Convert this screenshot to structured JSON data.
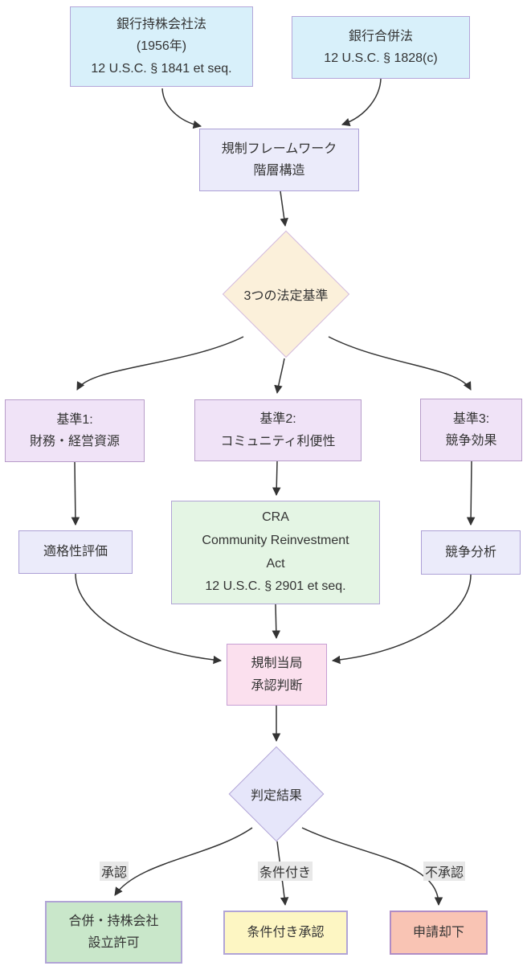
{
  "colors": {
    "blue_fill": "#d8f0fa",
    "lavender_fill": "#ebebfa",
    "purple_fill": "#f0e3f7",
    "cream_fill": "#fbf0da",
    "green_light_fill": "#e4f5e4",
    "pink_fill": "#fbe0ee",
    "green_fill": "#c9e7ca",
    "yellow_fill": "#fdf6c3",
    "salmon_fill": "#f9c4b4",
    "node_border_purple": "#b1a4d6",
    "arrow_color": "#333333",
    "text_color": "#333333",
    "edge_label_bg": "#e8e8e8"
  },
  "nodes": {
    "bhca": {
      "lines": [
        "銀行持株会社法",
        "(1956年)",
        "12 U.S.C. § 1841 et seq."
      ]
    },
    "bma": {
      "lines": [
        "銀行合併法",
        "12 U.S.C. § 1828(c)"
      ]
    },
    "framework": {
      "lines": [
        "規制フレームワーク",
        "階層構造"
      ]
    },
    "criteria_decision": {
      "label": "3つの法定基準"
    },
    "criterion1": {
      "lines": [
        "基準1:",
        "財務・経営資源"
      ]
    },
    "criterion2": {
      "lines": [
        "基準2:",
        "コミュニティ利便性"
      ]
    },
    "criterion3": {
      "lines": [
        "基準3:",
        "競争効果"
      ]
    },
    "eligibility": {
      "label": "適格性評価"
    },
    "cra": {
      "lines": [
        "CRA",
        "Community Reinvestment",
        "Act",
        "12 U.S.C. § 2901 et seq."
      ]
    },
    "competition": {
      "label": "競争分析"
    },
    "regulator": {
      "lines": [
        "規制当局",
        "承認判断"
      ]
    },
    "result_decision": {
      "label": "判定結果"
    },
    "approved": {
      "lines": [
        "合併・持株会社",
        "設立許可"
      ]
    },
    "conditional": {
      "label": "条件付き承認"
    },
    "denied": {
      "label": "申請却下"
    }
  },
  "edge_labels": {
    "approve": "承認",
    "conditional": "条件付き",
    "deny": "不承認"
  },
  "edges": [
    {
      "from": "bhca",
      "to": "framework",
      "label": ""
    },
    {
      "from": "bma",
      "to": "framework",
      "label": ""
    },
    {
      "from": "framework",
      "to": "criteria_decision",
      "label": ""
    },
    {
      "from": "criteria_decision",
      "to": "criterion1",
      "label": ""
    },
    {
      "from": "criteria_decision",
      "to": "criterion2",
      "label": ""
    },
    {
      "from": "criteria_decision",
      "to": "criterion3",
      "label": ""
    },
    {
      "from": "criterion1",
      "to": "eligibility",
      "label": ""
    },
    {
      "from": "criterion2",
      "to": "cra",
      "label": ""
    },
    {
      "from": "criterion3",
      "to": "competition",
      "label": ""
    },
    {
      "from": "eligibility",
      "to": "regulator",
      "label": ""
    },
    {
      "from": "cra",
      "to": "regulator",
      "label": ""
    },
    {
      "from": "competition",
      "to": "regulator",
      "label": ""
    },
    {
      "from": "regulator",
      "to": "result_decision",
      "label": ""
    },
    {
      "from": "result_decision",
      "to": "approved",
      "label": "承認"
    },
    {
      "from": "result_decision",
      "to": "conditional",
      "label": "条件付き"
    },
    {
      "from": "result_decision",
      "to": "denied",
      "label": "不承認"
    }
  ]
}
